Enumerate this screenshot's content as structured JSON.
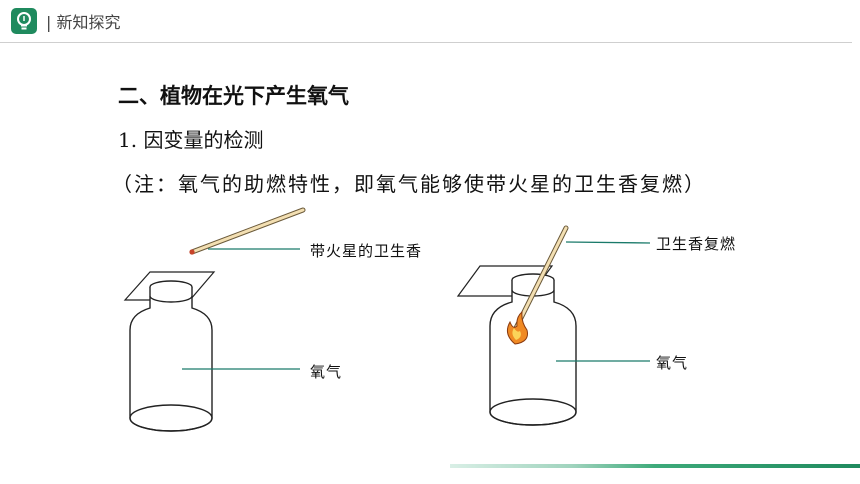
{
  "header": {
    "title": "| 新知探究",
    "logo_icon": "lightbulb-icon",
    "accent_color": "#1f8a5e"
  },
  "content": {
    "section_title": "二、植物在光下产生氧气",
    "subtitle": "1. 因变量的检测",
    "note": "（注：氧气的助燃特性，即氧气能够使带火星的卫生香复燃）"
  },
  "diagram_left": {
    "incense_label": "带火星的卫生香",
    "gas_label": "氧气"
  },
  "diagram_right": {
    "incense_label": "卫生香复燃",
    "gas_label": "氧气"
  }
}
